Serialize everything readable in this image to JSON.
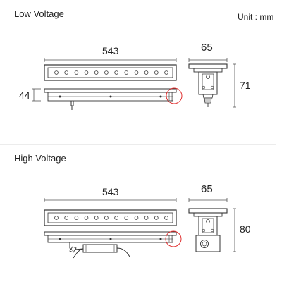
{
  "sections": {
    "low": {
      "title": "Low Voltage",
      "length": "543",
      "width": "65",
      "height": "44",
      "depth": "71",
      "led_count": 12
    },
    "high": {
      "title": "High Voltage",
      "length": "543",
      "width": "65",
      "depth": "80",
      "led_count": 12
    }
  },
  "unit_label": "Unit : mm",
  "colors": {
    "line": "#333333",
    "highlight_circle": "#e03030",
    "divider": "#cccccc"
  }
}
